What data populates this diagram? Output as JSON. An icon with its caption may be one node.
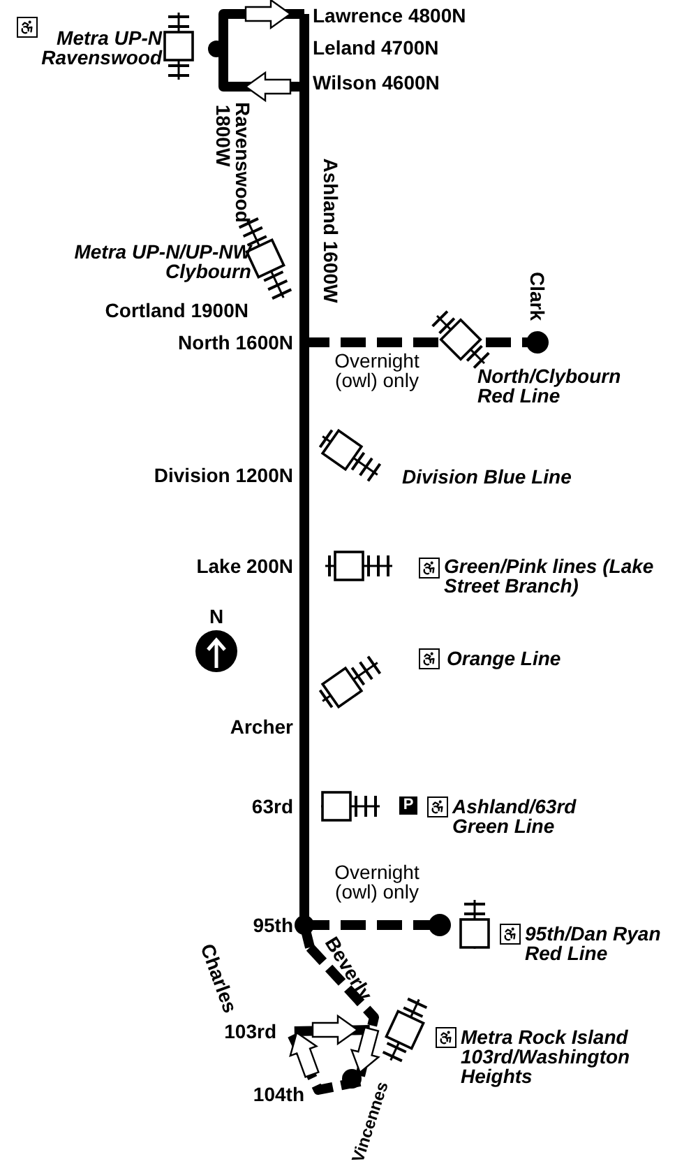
{
  "diagram": {
    "nodes": [
      {
        "text": [
          "Metra UP-N Ravenswood"
        ]
      },
      {
        "text": [
          "Metra UP-N/UP-NW Clybourn"
        ]
      },
      {
        "text": [
          "North/Clybourn Red Line"
        ]
      },
      {
        "text": [
          "Division Blue Line"
        ]
      },
      {
        "text": [
          "Green/Pink lines (Lake Street Branch)"
        ]
      },
      {
        "text": [
          "Orange Line"
        ]
      },
      {
        "text": [
          "Ashland/63rd Green Line"
        ]
      },
      {
        "text": [
          "95th/Dan Ryan Red Line"
        ]
      },
      {
        "text": [
          "Metra Rock Island 103rd/Washington Heights"
        ]
      }
    ],
    "labels": [
      "Lawrence 4800N",
      "Leland 4700N",
      "Wilson 4600N",
      "Ravenswood 1800W",
      "Ashland 1600W",
      "Cortland 1900N",
      "Clark",
      "North 1600N",
      "Overnight (owl) only",
      "Division 1200N",
      "Lake 200N",
      "N",
      "Archer",
      "63rd",
      "P",
      "Overnight (owl) only",
      "95th",
      "Charles",
      "Beverly",
      "103rd",
      "104th",
      "Vincennes"
    ]
  }
}
